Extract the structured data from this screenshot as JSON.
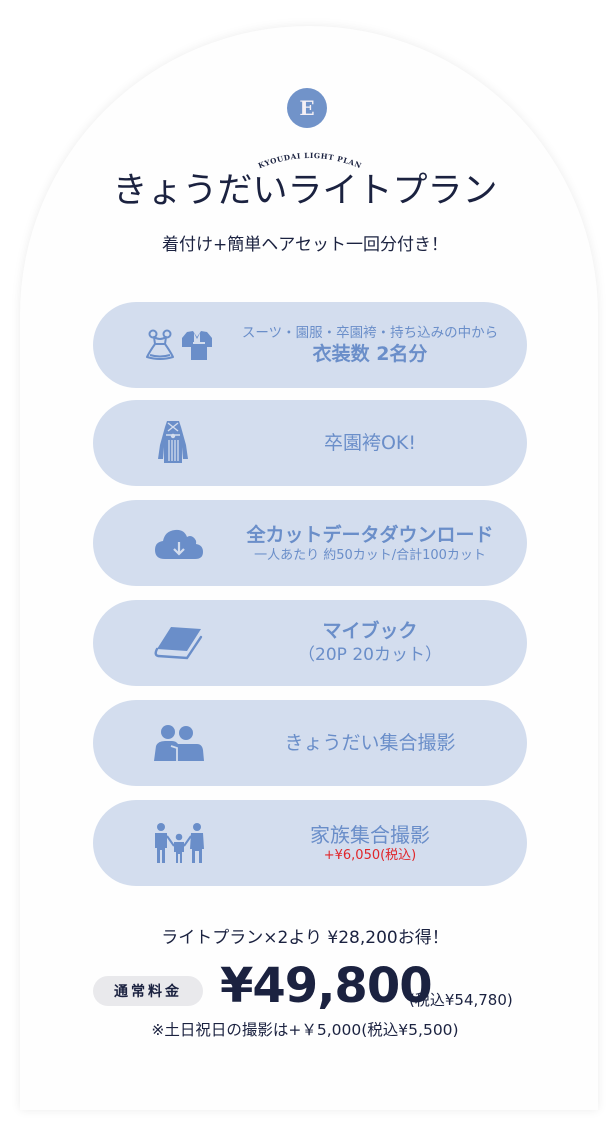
{
  "plan": {
    "badge_letter": "E",
    "english_name": "KYOUDAI LIGHT PLAN",
    "title": "きょうだいライトプラン",
    "subtitle": "着付け+簡単ヘアセット一回分付き！"
  },
  "features": [
    {
      "icons": [
        "dress-icon",
        "kimono-icon"
      ],
      "small_text": "スーツ・園服・卒園袴・持ち込みの中から",
      "main_text": "衣装数 2名分"
    },
    {
      "icons": [
        "hakama-icon"
      ],
      "main_text": "卒園袴OK!"
    },
    {
      "icons": [
        "cloud-download-icon"
      ],
      "main_text": "全カットデータダウンロード",
      "sub_text": "一人あたり 約50カット/合計100カット"
    },
    {
      "icons": [
        "book-icon"
      ],
      "main_text": "マイブック",
      "sub_text": "（20P 20カット）"
    },
    {
      "icons": [
        "siblings-icon"
      ],
      "main_text": "きょうだい集合撮影"
    },
    {
      "icons": [
        "family-icon"
      ],
      "main_text": "家族集合撮影",
      "extra_fee": "+¥6,050(税込)"
    }
  ],
  "pricing": {
    "savings_text": "ライトプラン×2より ¥28,200お得！",
    "label": "通常料金",
    "price": "¥49,800",
    "price_tax_included": "(税込¥54,780)",
    "weekend_note": "※土日祝日の撮影は+￥5,000(税込¥5,500)"
  },
  "colors": {
    "accent": "#7193c9",
    "feature_bg": "#d3ddee",
    "feature_text": "#6a8ec9",
    "text_dark": "#1b2240",
    "extra_fee": "#e0262a",
    "pill_bg": "#e9e9ec"
  }
}
